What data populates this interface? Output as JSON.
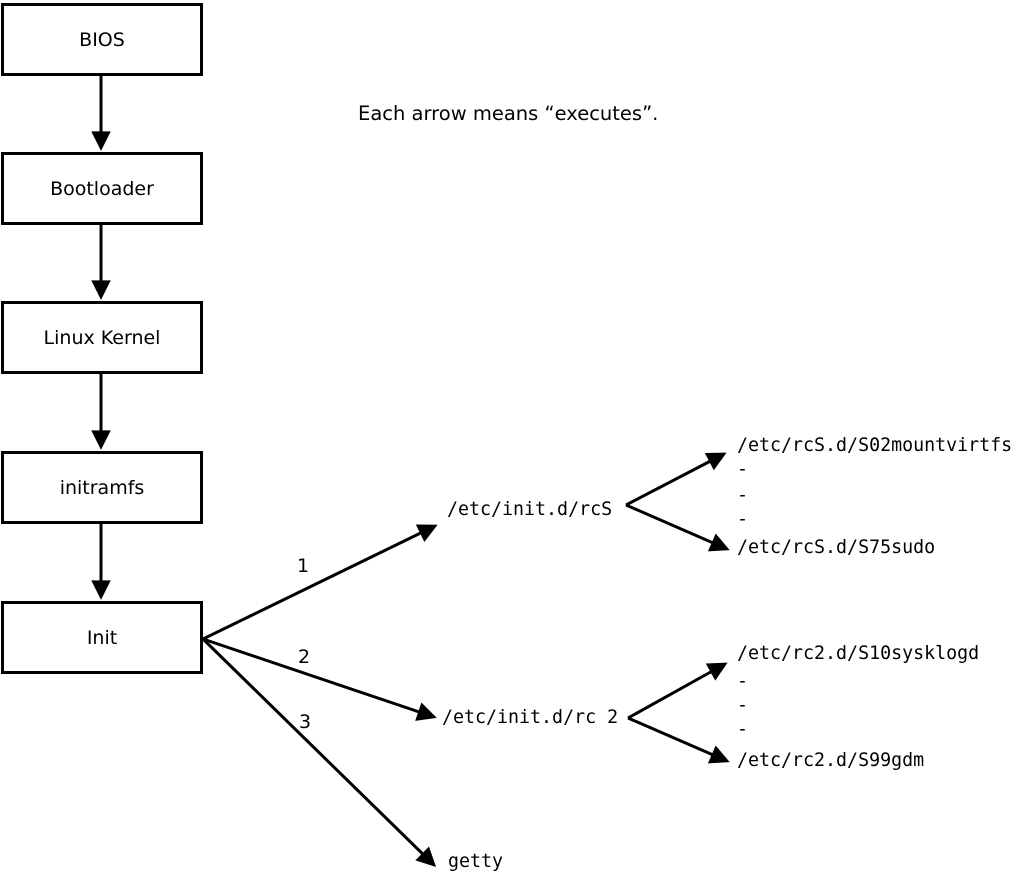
{
  "caption": "Each arrow means “executes”.",
  "boot_chain": [
    {
      "label": "BIOS"
    },
    {
      "label": "Bootloader"
    },
    {
      "label": "Linux Kernel"
    },
    {
      "label": "initramfs"
    },
    {
      "label": "Init"
    }
  ],
  "init_branches": [
    {
      "number": "1",
      "target": "/etc/init.d/rcS",
      "scripts": [
        "/etc/rcS.d/S02mountvirtfs",
        "-",
        "-",
        "-",
        "/etc/rcS.d/S75sudo"
      ]
    },
    {
      "number": "2",
      "target": "/etc/init.d/rc 2",
      "scripts": [
        "/etc/rc2.d/S10sysklogd",
        "-",
        "-",
        "-",
        "/etc/rc2.d/S99gdm"
      ]
    },
    {
      "number": "3",
      "target": "getty",
      "scripts": []
    }
  ],
  "colors": {
    "line": "#000000",
    "background": "#ffffff"
  }
}
